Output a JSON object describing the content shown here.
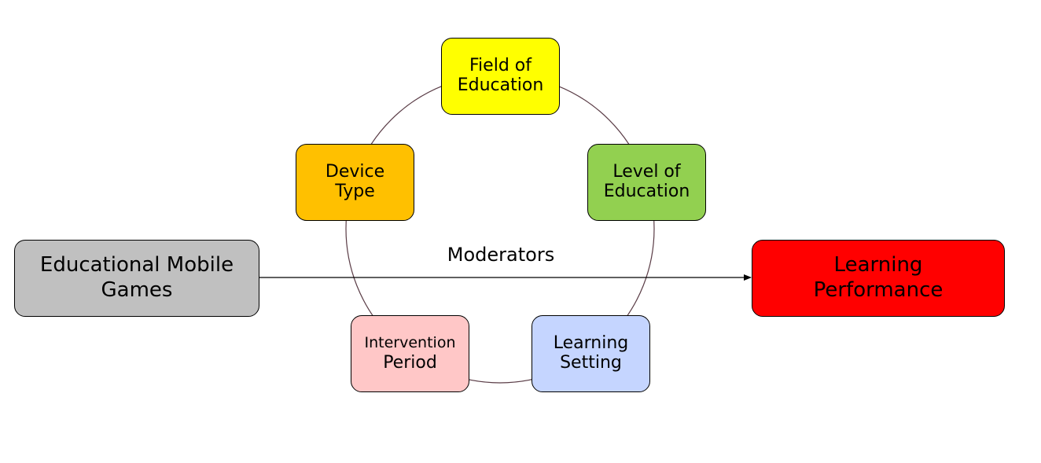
{
  "nodes": {
    "source": {
      "text": "Educational Mobile\nGames",
      "color": "#c0c0c0"
    },
    "target": {
      "text": "Learning\nPerformance",
      "color": "#ff0000"
    },
    "field_of_education": {
      "text": "Field of\nEducation",
      "color": "#ffff00"
    },
    "level_of_education": {
      "text": "Level of\nEducation",
      "color": "#92d050"
    },
    "learning_setting": {
      "text": "Learning\nSetting",
      "color": "#c5d5ff"
    },
    "intervention_period": {
      "line1": "Intervention",
      "line2": "Period",
      "color": "#ffc7c7"
    },
    "device_type": {
      "text": "Device\nType",
      "color": "#ffc000"
    }
  },
  "center_label": "Moderators",
  "colors": {
    "circle_stroke": "#5a3c46",
    "arrow_stroke": "#000000"
  }
}
